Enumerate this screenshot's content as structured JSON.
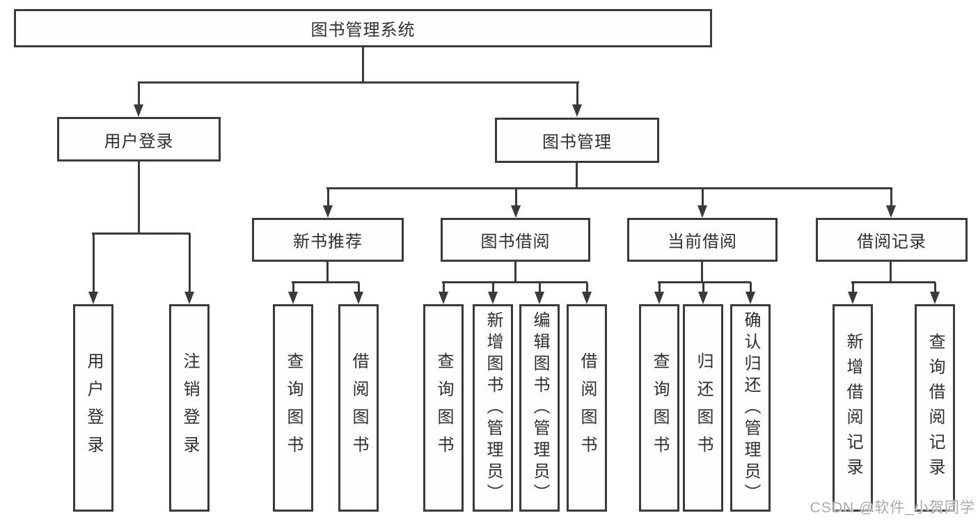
{
  "diagram": {
    "root_label": "图书管理系统",
    "level2": [
      {
        "label": "用户登录"
      },
      {
        "label": "图书管理"
      }
    ],
    "level3": [
      {
        "label": "新书推荐",
        "parent": "图书管理"
      },
      {
        "label": "图书借阅",
        "parent": "图书管理"
      },
      {
        "label": "当前借阅",
        "parent": "图书管理"
      },
      {
        "label": "借阅记录",
        "parent": "图书管理"
      }
    ],
    "leaves": [
      {
        "label": "用户登录",
        "parent": "用户登录"
      },
      {
        "label": "注销登录",
        "parent": "用户登录"
      },
      {
        "label": "查询图书",
        "parent": "新书推荐"
      },
      {
        "label": "借阅图书",
        "parent": "新书推荐"
      },
      {
        "label": "查询图书",
        "parent": "图书借阅"
      },
      {
        "label": "新增图书（管理员）",
        "parent": "图书借阅"
      },
      {
        "label": "编辑图书（管理员）",
        "parent": "图书借阅"
      },
      {
        "label": "借阅图书",
        "parent": "图书借阅"
      },
      {
        "label": "查询图书",
        "parent": "当前借阅"
      },
      {
        "label": "归还图书",
        "parent": "当前借阅"
      },
      {
        "label": "确认归还（管理员）",
        "parent": "当前借阅"
      },
      {
        "label": "新增借阅记录",
        "parent": "借阅记录"
      },
      {
        "label": "查询借阅记录",
        "parent": "借阅记录"
      }
    ]
  },
  "watermark": {
    "text": "CSDN @软件_小贺同学"
  },
  "colors": {
    "line": "#3a3a3a",
    "text": "#2e2e2e",
    "box_background": "#fefefe",
    "page_background": "#ffffff",
    "watermark": "#a9a9a9"
  }
}
